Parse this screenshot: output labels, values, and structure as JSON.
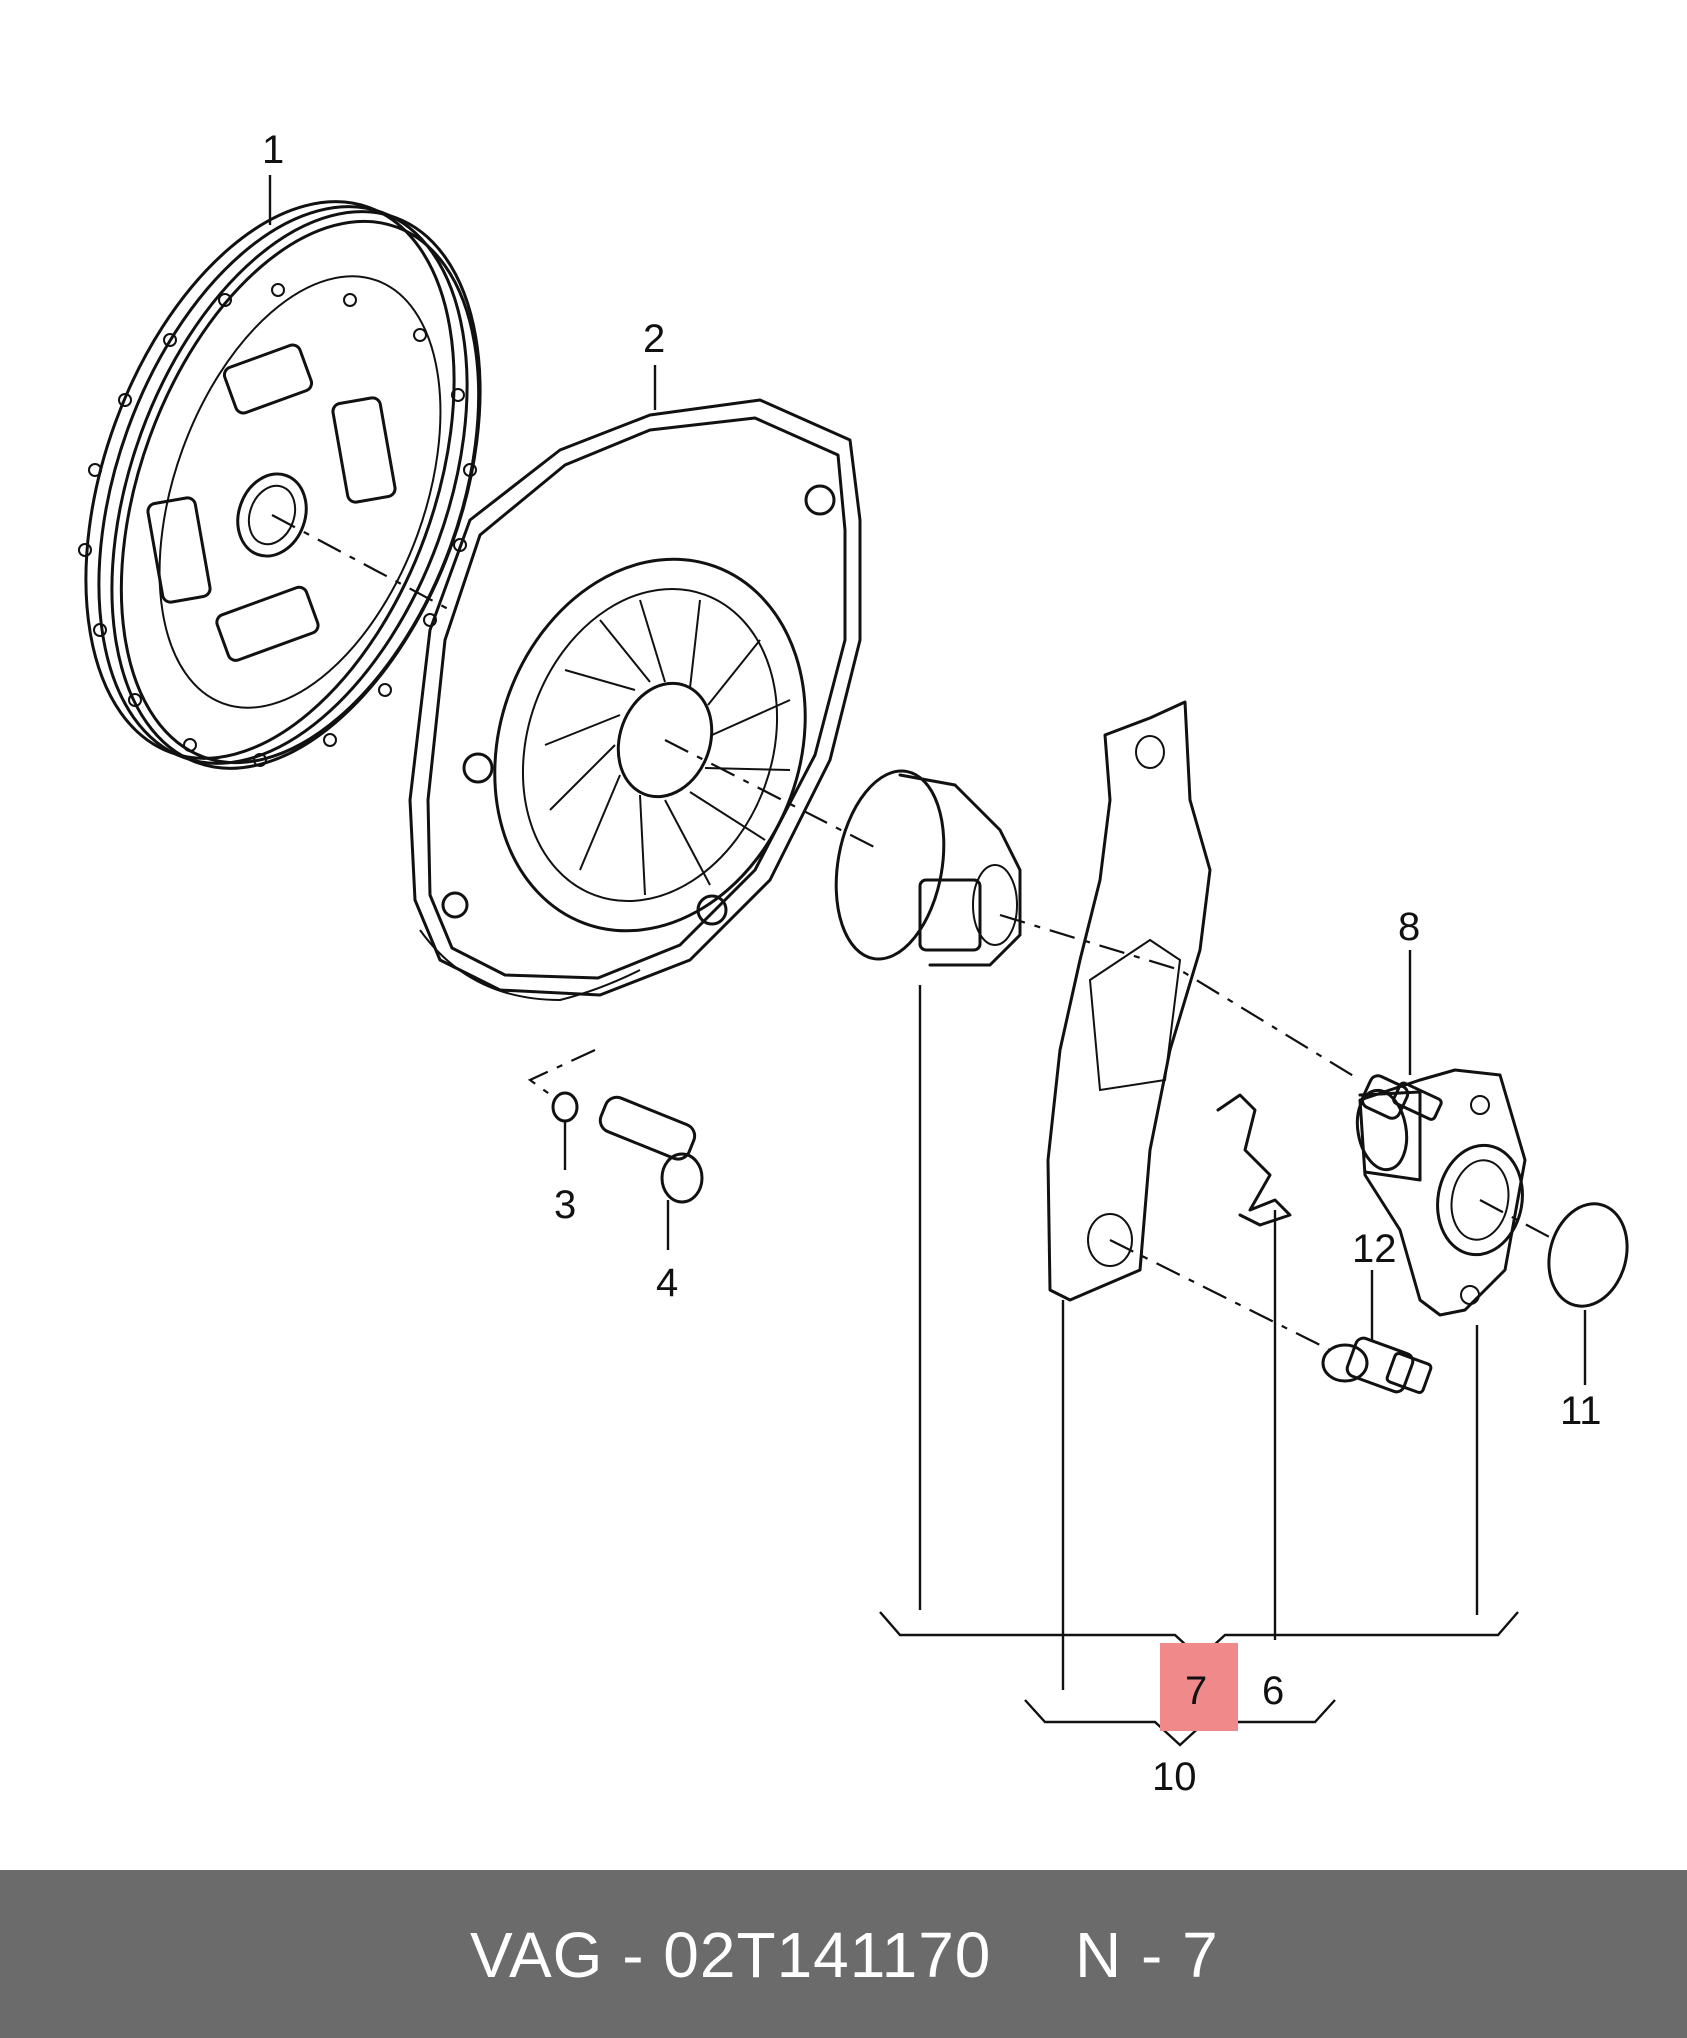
{
  "callouts": {
    "c1": "1",
    "c2": "2",
    "c3": "3",
    "c4": "4",
    "c6": "6",
    "c7": "7",
    "c8": "8",
    "c10": "10",
    "c11": "11",
    "c12": "12"
  },
  "highlight": {
    "label": "7",
    "color": "#f08a8a"
  },
  "footer": {
    "part_number": "VAG - 02T141170",
    "position": "N - 7",
    "background": "#6b6b6b"
  }
}
